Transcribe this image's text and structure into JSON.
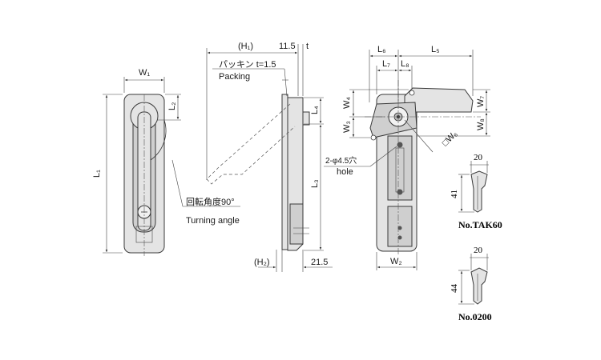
{
  "dimensions": {
    "w1": "W₁",
    "l1": "L₁",
    "l2": "L₂",
    "h1": "(H₁)",
    "h2": "(H₂)",
    "val_11_5": "11.5",
    "t": "t",
    "val_21_5": "21.5",
    "l3": "L₃",
    "l4": "L₄",
    "l5": "L₅",
    "l6": "L₆",
    "l7": "L₇",
    "l8": "L₈",
    "w2": "W₂",
    "w3": "W₃",
    "w4": "W₄",
    "w6": "□W₆",
    "w7": "W₇",
    "w8": "W₈"
  },
  "annotations": {
    "packing_jp": "パッキン t=1.5",
    "packing_en": "Packing",
    "rotation_jp": "回転角度90°",
    "rotation_en": "Turning angle",
    "hole_jp": "2-φ4.5穴",
    "hole_en": "hole"
  },
  "keys": [
    {
      "width": "20",
      "length": "41",
      "name": "No.TAK60"
    },
    {
      "width": "20",
      "length": "44",
      "name": "No.0200"
    }
  ],
  "colors": {
    "part_fill": "#e4e4e4",
    "outline": "#3a3a3a"
  }
}
